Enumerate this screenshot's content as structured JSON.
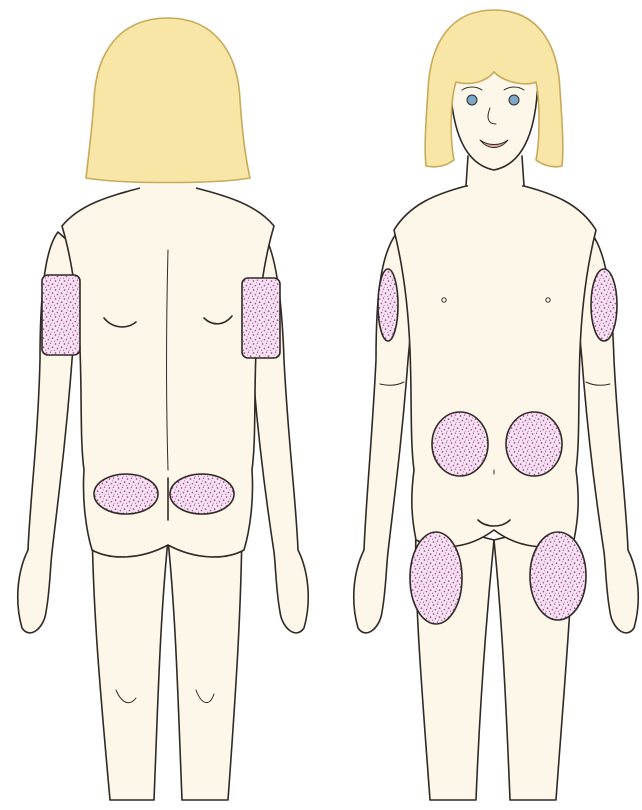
{
  "figure": {
    "colors": {
      "skin": "#fdf7e9",
      "hair": "#f7e6a6",
      "hair_stroke": "#c9a95a",
      "outline": "#2f2a26",
      "site_fill": "#f6e4f2",
      "site_speckle": "#b0489a",
      "eye": "#7fa7c8",
      "lip": "#d9a79b"
    },
    "views": [
      {
        "name": "back-view",
        "injection_sites": [
          "left-upper-arm",
          "right-upper-arm",
          "left-buttock",
          "right-buttock"
        ]
      },
      {
        "name": "front-view",
        "injection_sites": [
          "right-upper-arm",
          "left-upper-arm",
          "right-abdomen",
          "left-abdomen",
          "right-thigh",
          "left-thigh"
        ]
      }
    ]
  }
}
